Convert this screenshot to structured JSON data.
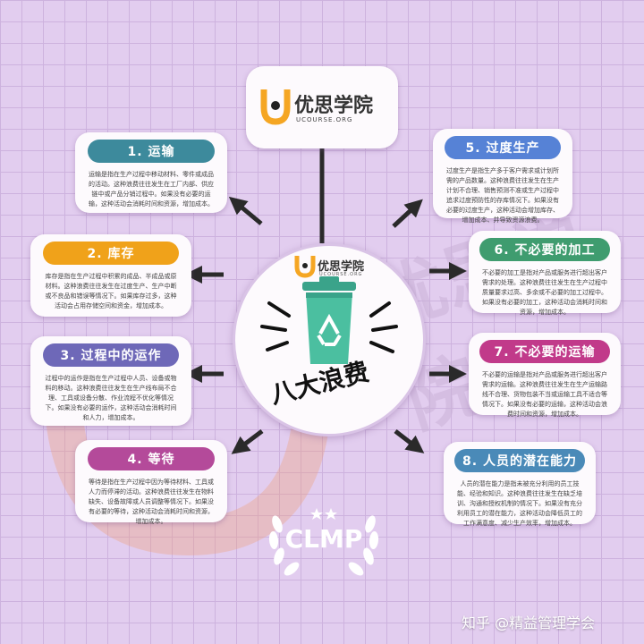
{
  "brand": {
    "name_cn": "优思学院",
    "name_en": "UCOURSE.ORG",
    "badge_text": "CLMP"
  },
  "center": {
    "title": "八大浪费",
    "icon": "recycle-bin-icon"
  },
  "items": [
    {
      "title": "1. 运输",
      "color": "#3d8a9c",
      "desc": "运输是指在生产过程中移动材料、零件或成品的活动。这种浪费往往发生在工厂内部、供应链中或产品分销过程中。如果没有必要的运输，这种活动会消耗时间和资源，增加成本。"
    },
    {
      "title": "2. 库存",
      "color": "#f0a21a",
      "desc": "库存是指在生产过程中积累的成品、半成品或原材料。这种浪费往往发生在过度生产、生产中断或不良品和错误等情况下。如果库存过多，这种活动会占用存储空间和资金，增加成本。"
    },
    {
      "title": "3. 过程中的运作",
      "color": "#6e68b8",
      "desc": "过程中的运作是指在生产过程中人员、设备或物料的移动。这种浪费往往发生在生产线布局不合理、工具或设备分散、作业流程不优化等情况下。如果没有必要的运作，这种活动会消耗时间和人力，增加成本。"
    },
    {
      "title": "4. 等待",
      "color": "#b44a9a",
      "desc": "等待是指在生产过程中因为等待材料、工具或人力而停滞的活动。这种浪费往往发生在物料缺失、设备故障或人员调整等情况下。如果没有必要的等待，这种活动会消耗时间和资源，增加成本。"
    },
    {
      "title": "5. 过度生产",
      "color": "#5682d6",
      "desc": "过度生产是指生产多于客户需求或计划所需的产品数量。这种浪费往往发生在生产计划不合理、销售预测不准或生产过程中追求过度预防性的存库情况下。如果没有必要的过度生产，这种活动会增加库存、增加成本、并导致资源浪费。"
    },
    {
      "title": "6. 不必要的加工",
      "color": "#3f9c6f",
      "desc": "不必要的加工是指对产品或服务进行超出客户需求的处理。这种浪费往往发生在生产过程中质量要求过高、多余或不必要的加工过程中。如果没有必要的加工，这种活动会消耗时间和资源，增加成本。"
    },
    {
      "title": "7. 不必要的运输",
      "color": "#c13a8a",
      "desc": "不必要的运输是指对产品或服务进行超出客户需求的运输。这种浪费往往发生在生产运输路线不合理、货物包装不当或运输工具不适合等情况下。如果没有必要的运输，这种活动会浪费时间和资源，增加成本。"
    },
    {
      "title": "8. 人员的潜在能力",
      "color": "#4a8ab8",
      "desc": "人员的潜在能力是指未被充分利用的员工技能、经验和知识。这种浪费往往发生在缺乏培训、沟通和授权机制的情况下。如果没有充分利用员工的潜在能力，这种活动会降低员工的工作满意度、减少生产效率，增加成本。"
    }
  ],
  "footer": "知乎 @精益管理学会"
}
